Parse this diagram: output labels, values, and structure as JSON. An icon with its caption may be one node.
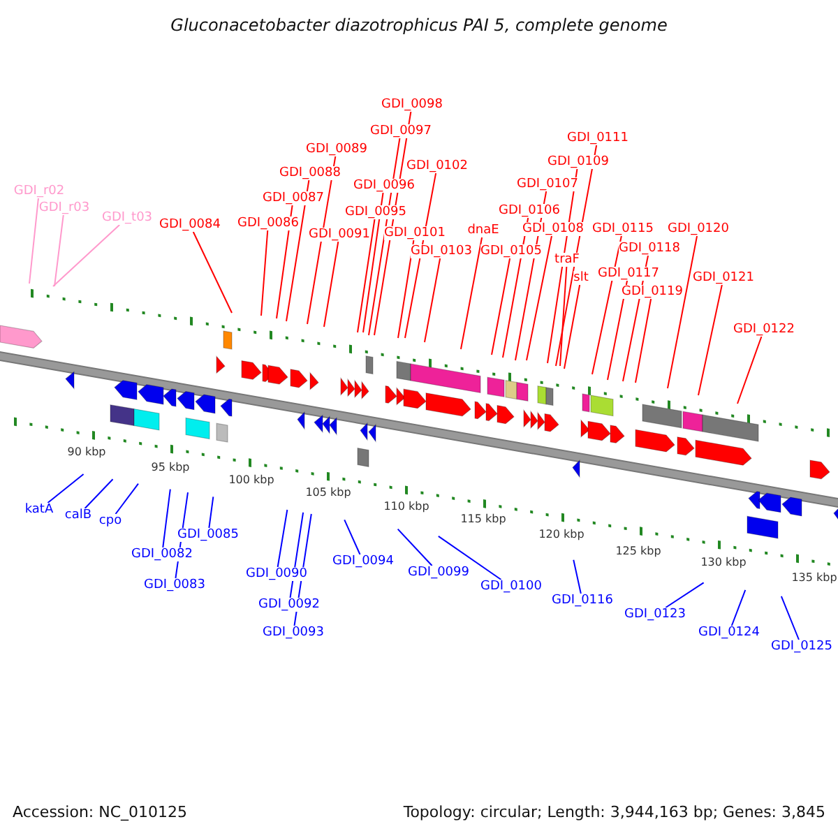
{
  "diagram": {
    "title": "Gluconacetobacter diazotrophicus PAI 5, complete genome",
    "nodes": [
      {
        "text": [
          "GDI_r02"
        ]
      },
      {
        "text": [
          "GDI_r03"
        ]
      },
      {
        "text": [
          "GDI_t03"
        ]
      },
      {
        "text": [
          "GDI_0084"
        ]
      },
      {
        "text": [
          "GDI_0086"
        ]
      },
      {
        "text": [
          "GDI_0087"
        ]
      },
      {
        "text": [
          "GDI_0088"
        ]
      },
      {
        "text": [
          "GDI_0089"
        ]
      },
      {
        "text": [
          "GDI_0091"
        ]
      },
      {
        "text": [
          "GDI_0095"
        ]
      },
      {
        "text": [
          "GDI_0096"
        ]
      },
      {
        "text": [
          "GDI_0097"
        ]
      },
      {
        "text": [
          "GDI_0098"
        ]
      },
      {
        "text": [
          "GDI_0101"
        ]
      },
      {
        "text": [
          "GDI_0102"
        ]
      },
      {
        "text": [
          "GDI_0103"
        ]
      },
      {
        "text": [
          "dnaE"
        ]
      },
      {
        "text": [
          "GDI_0105"
        ]
      },
      {
        "text": [
          "GDI_0106"
        ]
      },
      {
        "text": [
          "GDI_0107"
        ]
      },
      {
        "text": [
          "GDI_0108"
        ]
      },
      {
        "text": [
          "traF"
        ]
      },
      {
        "text": [
          "GDI_0109"
        ]
      },
      {
        "text": [
          "slt"
        ]
      },
      {
        "text": [
          "GDI_0111"
        ]
      },
      {
        "text": [
          "GDI_0115"
        ]
      },
      {
        "text": [
          "GDI_0117"
        ]
      },
      {
        "text": [
          "GDI_0118"
        ]
      },
      {
        "text": [
          "GDI_0119"
        ]
      },
      {
        "text": [
          "GDI_0120"
        ]
      },
      {
        "text": [
          "GDI_0121"
        ]
      },
      {
        "text": [
          "GDI_0122"
        ]
      },
      {
        "text": [
          "katA"
        ]
      },
      {
        "text": [
          "calB"
        ]
      },
      {
        "text": [
          "cpo"
        ]
      },
      {
        "text": [
          "GDI_0082"
        ]
      },
      {
        "text": [
          "GDI_0083"
        ]
      },
      {
        "text": [
          "GDI_0085"
        ]
      },
      {
        "text": [
          "GDI_0090"
        ]
      },
      {
        "text": [
          "GDI_0092"
        ]
      },
      {
        "text": [
          "GDI_0093"
        ]
      },
      {
        "text": [
          "GDI_0094"
        ]
      },
      {
        "text": [
          "GDI_0099"
        ]
      },
      {
        "text": [
          "GDI_0100"
        ]
      },
      {
        "text": [
          "GDI_0116"
        ]
      },
      {
        "text": [
          "GDI_0123"
        ]
      },
      {
        "text": [
          "GDI_0124"
        ]
      },
      {
        "text": [
          "GDI_0125"
        ]
      }
    ],
    "edges": [
      {
        "from": 0,
        "to": null,
        "arrow": "none",
        "color": "#ff99cc"
      },
      {
        "from": 1,
        "to": null,
        "arrow": "none",
        "color": "#ff99cc"
      },
      {
        "from": 2,
        "to": null,
        "arrow": "none",
        "color": "#ff99cc"
      },
      {
        "from": 3,
        "to": null,
        "arrow": "none"
      },
      {
        "from": 4,
        "to": null,
        "arrow": "none"
      },
      {
        "from": 5,
        "to": null,
        "arrow": "none"
      },
      {
        "from": 6,
        "to": null,
        "arrow": "none"
      },
      {
        "from": 7,
        "to": null,
        "arrow": "none"
      },
      {
        "from": 8,
        "to": null,
        "arrow": "none"
      },
      {
        "from": 9,
        "to": null,
        "arrow": "none"
      },
      {
        "from": 10,
        "to": null,
        "arrow": "none"
      },
      {
        "from": 11,
        "to": null,
        "arrow": "none"
      },
      {
        "from": 12,
        "to": null,
        "arrow": "none"
      },
      {
        "from": 13,
        "to": null,
        "arrow": "none"
      },
      {
        "from": 14,
        "to": null,
        "arrow": "none"
      },
      {
        "from": 15,
        "to": null,
        "arrow": "none"
      },
      {
        "from": 16,
        "to": null,
        "arrow": "none"
      },
      {
        "from": 17,
        "to": null,
        "arrow": "none"
      },
      {
        "from": 18,
        "to": null,
        "arrow": "none"
      },
      {
        "from": 19,
        "to": null,
        "arrow": "none"
      },
      {
        "from": 20,
        "to": null,
        "arrow": "none"
      },
      {
        "from": 21,
        "to": null,
        "arrow": "none"
      },
      {
        "from": 22,
        "to": null,
        "arrow": "none"
      },
      {
        "from": 23,
        "to": null,
        "arrow": "none"
      },
      {
        "from": 24,
        "to": null,
        "arrow": "none"
      },
      {
        "from": 25,
        "to": null,
        "arrow": "none"
      },
      {
        "from": 26,
        "to": null,
        "arrow": "none"
      },
      {
        "from": 27,
        "to": null,
        "arrow": "none"
      },
      {
        "from": 28,
        "to": null,
        "arrow": "none"
      },
      {
        "from": 29,
        "to": null,
        "arrow": "none"
      },
      {
        "from": 30,
        "to": null,
        "arrow": "none"
      },
      {
        "from": 31,
        "to": null,
        "arrow": "none"
      },
      {
        "from": 32,
        "to": null,
        "arrow": "none",
        "color": "#0000ff"
      },
      {
        "from": 33,
        "to": null,
        "arrow": "none",
        "color": "#0000ff"
      },
      {
        "from": 34,
        "to": null,
        "arrow": "none",
        "color": "#0000ff"
      },
      {
        "from": 35,
        "to": null,
        "arrow": "none",
        "color": "#0000ff"
      },
      {
        "from": 36,
        "to": null,
        "arrow": "none",
        "color": "#0000ff"
      },
      {
        "from": 37,
        "to": null,
        "arrow": "none",
        "color": "#0000ff"
      },
      {
        "from": 38,
        "to": null,
        "arrow": "none",
        "color": "#0000ff"
      },
      {
        "from": 39,
        "to": null,
        "arrow": "none",
        "color": "#0000ff"
      },
      {
        "from": 40,
        "to": null,
        "arrow": "none",
        "color": "#0000ff"
      },
      {
        "from": 41,
        "to": null,
        "arrow": "none",
        "color": "#0000ff"
      },
      {
        "from": 42,
        "to": null,
        "arrow": "none",
        "color": "#0000ff"
      },
      {
        "from": 43,
        "to": null,
        "arrow": "none",
        "color": "#0000ff"
      },
      {
        "from": 44,
        "to": null,
        "arrow": "none",
        "color": "#0000ff"
      },
      {
        "from": 45,
        "to": null,
        "arrow": "none",
        "color": "#0000ff"
      },
      {
        "from": 46,
        "to": null,
        "arrow": "none",
        "color": "#0000ff"
      },
      {
        "from": 47,
        "to": null,
        "arrow": "none",
        "color": "#0000ff"
      }
    ],
    "labels": [
      "90 kbp",
      "95 kbp",
      "100 kbp",
      "105 kbp",
      "110 kbp",
      "115 kbp",
      "120 kbp",
      "125 kbp",
      "130 kbp",
      "135 kbp",
      "Accession: NC_010125",
      "Topology: circular; Length: 3,944,163 bp; Genes: 3,845"
    ]
  }
}
